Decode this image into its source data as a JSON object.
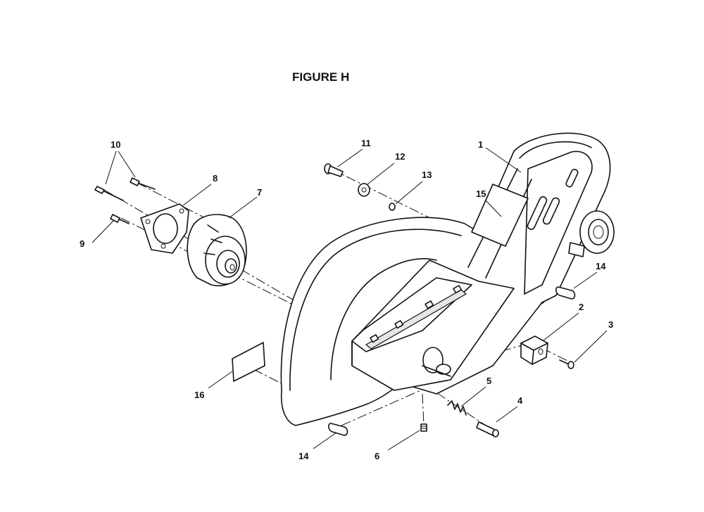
{
  "figure": {
    "title": "FIGURE H"
  },
  "callouts": {
    "p1": "1",
    "p2": "2",
    "p3": "3",
    "p4": "4",
    "p5": "5",
    "p6": "6",
    "p7": "7",
    "p8": "8",
    "p9": "9",
    "p10": "10",
    "p11": "11",
    "p12": "12",
    "p13": "13",
    "p14a": "14",
    "p14b": "14",
    "p15": "15",
    "p16": "16"
  }
}
